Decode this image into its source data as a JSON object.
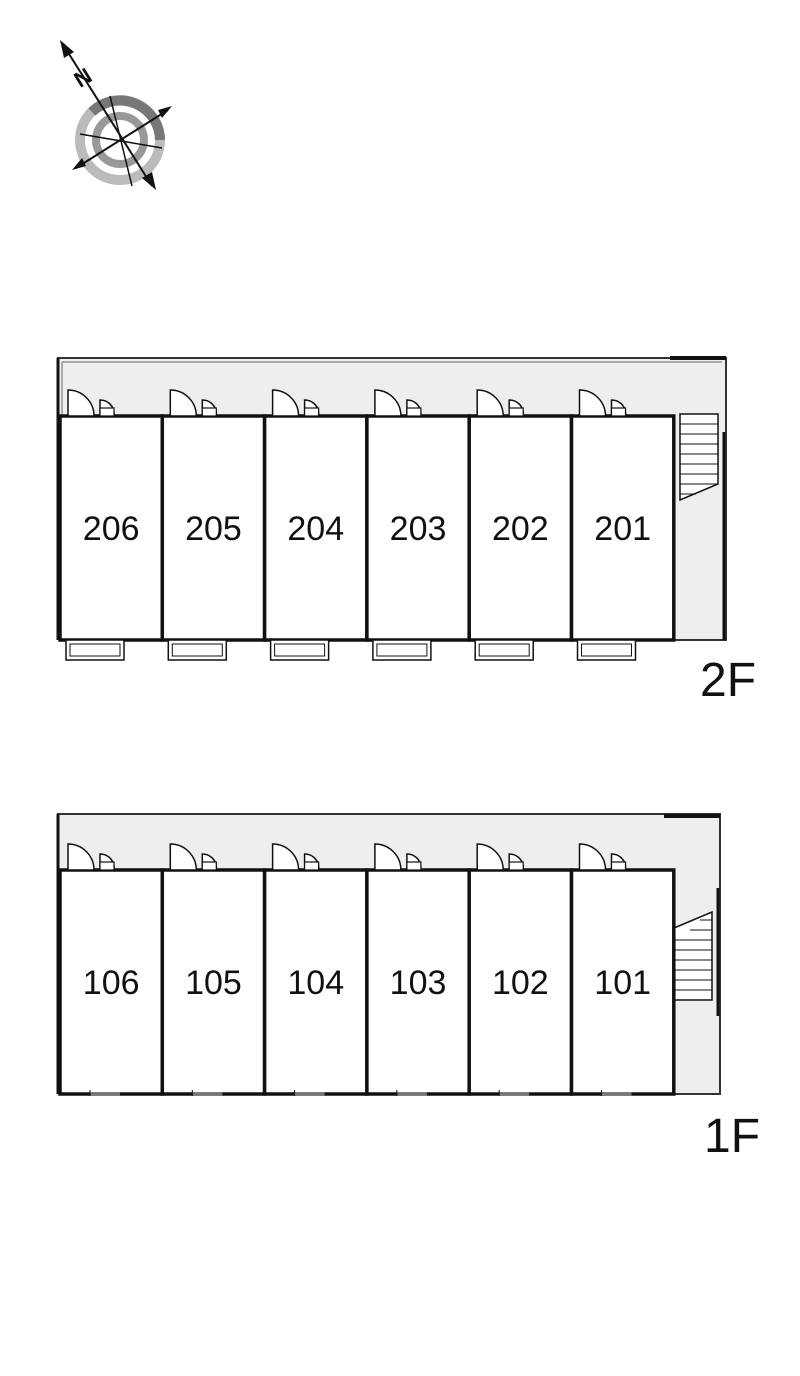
{
  "compass": {
    "north_label": "N",
    "icon": "compass-icon"
  },
  "floors": [
    {
      "id": "2f",
      "label": "2F",
      "units": [
        "206",
        "205",
        "204",
        "203",
        "202",
        "201"
      ]
    },
    {
      "id": "1f",
      "label": "1F",
      "units": [
        "106",
        "105",
        "104",
        "103",
        "102",
        "101"
      ]
    }
  ],
  "colors": {
    "corridor": "#eeeeee",
    "wall": "#111111",
    "paper": "#ffffff"
  }
}
